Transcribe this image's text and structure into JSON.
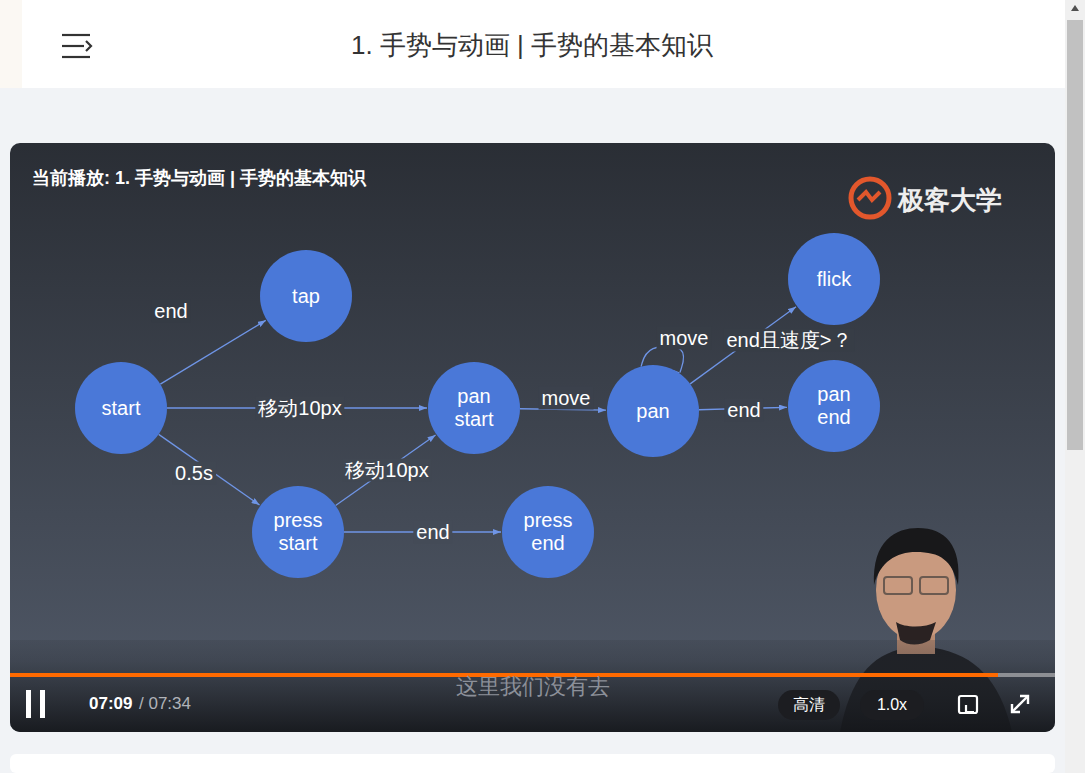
{
  "diagram": {
    "title": "1. 手势与动画 | 手势的基本知识",
    "nodes": [
      {
        "text": [
          "start"
        ]
      },
      {
        "text": [
          "tap"
        ]
      },
      {
        "text": [
          "pan start"
        ]
      },
      {
        "text": [
          "pan"
        ]
      },
      {
        "text": [
          "flick"
        ]
      },
      {
        "text": [
          "pan end"
        ]
      },
      {
        "text": [
          "press start"
        ]
      },
      {
        "text": [
          "press end"
        ]
      }
    ],
    "edges": [
      {
        "from": 0,
        "to": 1,
        "arrow": "to",
        "label": "end"
      },
      {
        "from": 0,
        "to": 2,
        "arrow": "to",
        "label": "移动10px"
      },
      {
        "from": 0,
        "to": 6,
        "arrow": "to",
        "label": "0.5s"
      },
      {
        "from": 6,
        "to": 2,
        "arrow": "to",
        "label": "移动10px"
      },
      {
        "from": 6,
        "to": 7,
        "arrow": "to",
        "label": "end"
      },
      {
        "from": 2,
        "to": 3,
        "arrow": "to",
        "label": "move"
      },
      {
        "from": 3,
        "to": 3,
        "arrow": "to",
        "label": "move"
      },
      {
        "from": 3,
        "to": 4,
        "arrow": "to",
        "label": "end且速度>？"
      },
      {
        "from": 3,
        "to": 5,
        "arrow": "to",
        "label": "end"
      }
    ],
    "labels": [
      "当前播放: 1. 手势与动画 | 手势的基本知识",
      "极客大学",
      "这里我们没有去",
      "07:09",
      "/ 07:34",
      "高清",
      "1.0x"
    ]
  }
}
